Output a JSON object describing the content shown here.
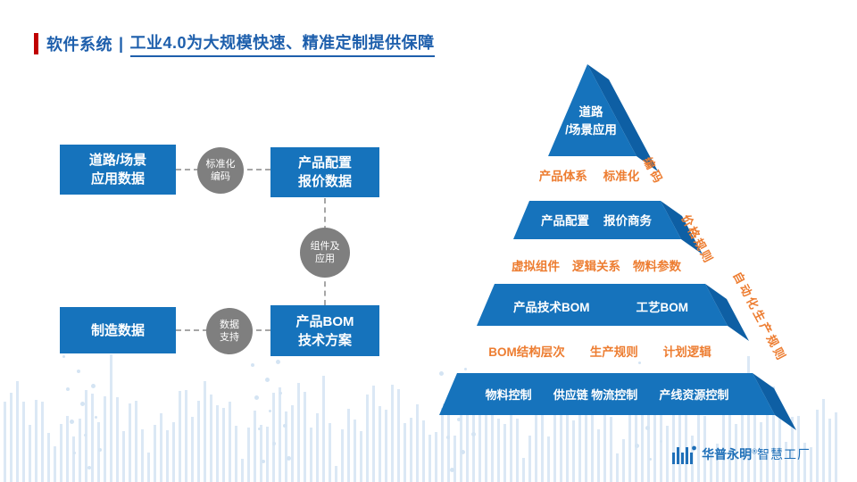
{
  "title": {
    "prefix": "软件系统",
    "separator": "|",
    "main": "工业4.0为大规模快速、精准定制提供保障"
  },
  "flow": {
    "boxes": [
      {
        "lines": [
          "道路/场景",
          "应用数据"
        ]
      },
      {
        "lines": [
          "产品配置",
          "报价数据"
        ]
      },
      {
        "lines": [
          "制造数据"
        ]
      },
      {
        "lines": [
          "产品BOM",
          "技术方案"
        ]
      }
    ],
    "connectors": [
      {
        "lines": [
          "标准化",
          "编码"
        ]
      },
      {
        "lines": [
          "组件及",
          "应用"
        ]
      },
      {
        "lines": [
          "数据",
          "支持"
        ]
      }
    ]
  },
  "pyramid": {
    "layer1_lines": [
      "道路",
      "/场景应用"
    ],
    "gap1_items": [
      "产品体系",
      "标准化"
    ],
    "layer2_items": [
      "产品配置",
      "报价商务"
    ],
    "gap2_items": [
      "虚拟组件",
      "逻辑关系",
      "物料参数"
    ],
    "layer3_items": [
      "产品技术BOM",
      "工艺BOM"
    ],
    "gap3_items": [
      "BOM结构层次",
      "生产规则",
      "计划逻辑"
    ],
    "layer4_items": [
      "物料控制",
      "供应链 物流控制",
      "产线资源控制"
    ],
    "side_labels": [
      "编码",
      "价格规则",
      "自动化生产规则"
    ]
  },
  "logo": {
    "brand": "华普永明",
    "reg": "®",
    "suffix": "智慧工厂"
  },
  "colors": {
    "primary_blue": "#1673bc",
    "pyramid_side_blue": "#0e5fa4",
    "title_blue": "#1e5fac",
    "accent_red": "#c00000",
    "orange": "#ed7d31",
    "connector_gray": "#7f7f7f",
    "decor_light_blue": "#dbe8f5"
  }
}
